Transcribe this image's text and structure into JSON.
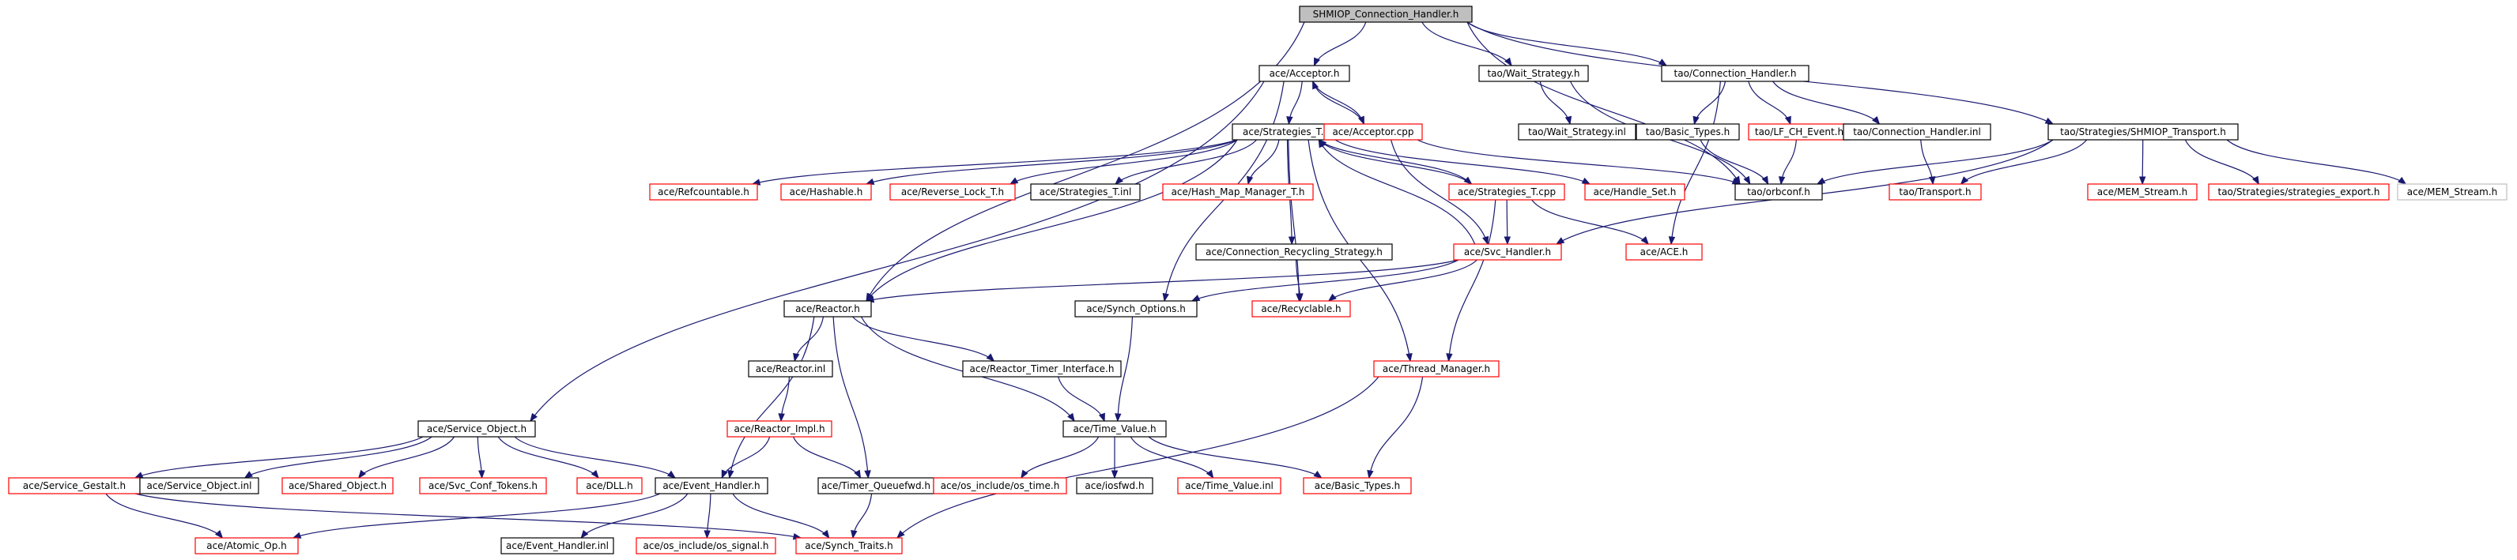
{
  "colors": {
    "edge": "#191970",
    "border_default": "#000000",
    "border_external": "#ff0000",
    "border_plain": "#bfbfbf",
    "root_fill": "#bfbfbf"
  },
  "nodes": [
    {
      "id": "root",
      "label": "SHMIOP_Connection_Handler.h",
      "style": "root"
    },
    {
      "id": "acceptor_h",
      "label": "ace/Acceptor.h",
      "style": "default"
    },
    {
      "id": "wait_strategy_h",
      "label": "tao/Wait_Strategy.h",
      "style": "default"
    },
    {
      "id": "connection_handler_h",
      "label": "tao/Connection_Handler.h",
      "style": "default"
    },
    {
      "id": "strategies_t_h",
      "label": "ace/Strategies_T.h",
      "style": "default"
    },
    {
      "id": "acceptor_cpp",
      "label": "ace/Acceptor.cpp",
      "style": "external"
    },
    {
      "id": "wait_strategy_inl",
      "label": "tao/Wait_Strategy.inl",
      "style": "default"
    },
    {
      "id": "basic_types_tao",
      "label": "tao/Basic_Types.h",
      "style": "default"
    },
    {
      "id": "lf_ch_event_h",
      "label": "tao/LF_CH_Event.h",
      "style": "external"
    },
    {
      "id": "connection_handler_inl",
      "label": "tao/Connection_Handler.inl",
      "style": "default"
    },
    {
      "id": "shmiop_transport_h",
      "label": "tao/Strategies/SHMIOP_Transport.h",
      "style": "default"
    },
    {
      "id": "refcountable_h",
      "label": "ace/Refcountable.h",
      "style": "external"
    },
    {
      "id": "hashable_h",
      "label": "ace/Hashable.h",
      "style": "external"
    },
    {
      "id": "reverse_lock_h",
      "label": "ace/Reverse_Lock_T.h",
      "style": "external"
    },
    {
      "id": "strategies_t_inl",
      "label": "ace/Strategies_T.inl",
      "style": "default"
    },
    {
      "id": "hash_map_manager_h",
      "label": "ace/Hash_Map_Manager_T.h",
      "style": "external"
    },
    {
      "id": "strategies_t_cpp",
      "label": "ace/Strategies_T.cpp",
      "style": "external"
    },
    {
      "id": "handle_set_h",
      "label": "ace/Handle_Set.h",
      "style": "external"
    },
    {
      "id": "orbconf_h",
      "label": "tao/orbconf.h",
      "style": "default"
    },
    {
      "id": "transport_h",
      "label": "tao/Transport.h",
      "style": "external"
    },
    {
      "id": "mem_stream_red",
      "label": "ace/MEM_Stream.h",
      "style": "external"
    },
    {
      "id": "strategies_export_h",
      "label": "tao/Strategies/strategies_export.h",
      "style": "external"
    },
    {
      "id": "mem_stream_plain",
      "label": "ace/MEM_Stream.h",
      "style": "plain"
    },
    {
      "id": "connection_recycling_h",
      "label": "ace/Connection_Recycling_Strategy.h",
      "style": "default"
    },
    {
      "id": "svc_handler_h",
      "label": "ace/Svc_Handler.h",
      "style": "external"
    },
    {
      "id": "ace_h",
      "label": "ace/ACE.h",
      "style": "external"
    },
    {
      "id": "reactor_h",
      "label": "ace/Reactor.h",
      "style": "default"
    },
    {
      "id": "synch_options_h",
      "label": "ace/Synch_Options.h",
      "style": "default"
    },
    {
      "id": "recyclable_h",
      "label": "ace/Recyclable.h",
      "style": "external"
    },
    {
      "id": "reactor_inl",
      "label": "ace/Reactor.inl",
      "style": "default"
    },
    {
      "id": "reactor_timer_interface_h",
      "label": "ace/Reactor_Timer_Interface.h",
      "style": "default"
    },
    {
      "id": "thread_manager_h",
      "label": "ace/Thread_Manager.h",
      "style": "external"
    },
    {
      "id": "reactor_impl_h",
      "label": "ace/Reactor_Impl.h",
      "style": "external"
    },
    {
      "id": "service_object_h",
      "label": "ace/Service_Object.h",
      "style": "default"
    },
    {
      "id": "time_value_h",
      "label": "ace/Time_Value.h",
      "style": "default"
    },
    {
      "id": "service_gestalt_h",
      "label": "ace/Service_Gestalt.h",
      "style": "external"
    },
    {
      "id": "service_object_inl",
      "label": "ace/Service_Object.inl",
      "style": "default"
    },
    {
      "id": "shared_object_h",
      "label": "ace/Shared_Object.h",
      "style": "external"
    },
    {
      "id": "svc_conf_tokens_h",
      "label": "ace/Svc_Conf_Tokens.h",
      "style": "external"
    },
    {
      "id": "dll_h",
      "label": "ace/DLL.h",
      "style": "external"
    },
    {
      "id": "event_handler_h",
      "label": "ace/Event_Handler.h",
      "style": "default"
    },
    {
      "id": "timer_queuefwd_h",
      "label": "ace/Timer_Queuefwd.h",
      "style": "default"
    },
    {
      "id": "os_time_h",
      "label": "ace/os_include/os_time.h",
      "style": "external"
    },
    {
      "id": "iosfwd_h",
      "label": "ace/iosfwd.h",
      "style": "default"
    },
    {
      "id": "time_value_inl",
      "label": "ace/Time_Value.inl",
      "style": "external"
    },
    {
      "id": "basic_types_ace",
      "label": "ace/Basic_Types.h",
      "style": "external"
    },
    {
      "id": "atomic_op_h",
      "label": "ace/Atomic_Op.h",
      "style": "external"
    },
    {
      "id": "event_handler_inl",
      "label": "ace/Event_Handler.inl",
      "style": "default"
    },
    {
      "id": "os_signal_h",
      "label": "ace/os_include/os_signal.h",
      "style": "external"
    },
    {
      "id": "synch_traits_h",
      "label": "ace/Synch_Traits.h",
      "style": "external"
    }
  ],
  "edges": [
    [
      "root",
      "acceptor_h"
    ],
    [
      "root",
      "wait_strategy_h"
    ],
    [
      "root",
      "connection_handler_h"
    ],
    [
      "root",
      "shmiop_transport_h"
    ],
    [
      "root",
      "reactor_h"
    ],
    [
      "root",
      "orbconf_h"
    ],
    [
      "acceptor_h",
      "strategies_t_h"
    ],
    [
      "acceptor_h",
      "acceptor_cpp"
    ],
    [
      "acceptor_h",
      "service_object_h"
    ],
    [
      "acceptor_h",
      "synch_options_h"
    ],
    [
      "acceptor_cpp",
      "acceptor_h"
    ],
    [
      "acceptor_cpp",
      "svc_handler_h"
    ],
    [
      "acceptor_cpp",
      "orbconf_h"
    ],
    [
      "wait_strategy_h",
      "wait_strategy_inl"
    ],
    [
      "wait_strategy_h",
      "orbconf_h"
    ],
    [
      "connection_handler_h",
      "basic_types_tao"
    ],
    [
      "connection_handler_h",
      "lf_ch_event_h"
    ],
    [
      "connection_handler_h",
      "connection_handler_inl"
    ],
    [
      "connection_handler_h",
      "ace_h"
    ],
    [
      "basic_types_tao",
      "orbconf_h"
    ],
    [
      "lf_ch_event_h",
      "orbconf_h"
    ],
    [
      "connection_handler_inl",
      "transport_h"
    ],
    [
      "shmiop_transport_h",
      "orbconf_h"
    ],
    [
      "shmiop_transport_h",
      "transport_h"
    ],
    [
      "shmiop_transport_h",
      "mem_stream_red"
    ],
    [
      "shmiop_transport_h",
      "strategies_export_h"
    ],
    [
      "shmiop_transport_h",
      "mem_stream_plain"
    ],
    [
      "shmiop_transport_h",
      "svc_handler_h"
    ],
    [
      "strategies_t_h",
      "refcountable_h"
    ],
    [
      "strategies_t_h",
      "hashable_h"
    ],
    [
      "strategies_t_h",
      "reverse_lock_h"
    ],
    [
      "strategies_t_h",
      "strategies_t_inl"
    ],
    [
      "strategies_t_h",
      "hash_map_manager_h"
    ],
    [
      "strategies_t_h",
      "strategies_t_cpp"
    ],
    [
      "strategies_t_h",
      "handle_set_h"
    ],
    [
      "strategies_t_h",
      "connection_recycling_h"
    ],
    [
      "strategies_t_h",
      "reactor_h"
    ],
    [
      "strategies_t_h",
      "recyclable_h"
    ],
    [
      "strategies_t_h",
      "thread_manager_h"
    ],
    [
      "strategies_t_cpp",
      "strategies_t_h"
    ],
    [
      "strategies_t_cpp",
      "ace_h"
    ],
    [
      "strategies_t_cpp",
      "svc_handler_h"
    ],
    [
      "strategies_t_cpp",
      "thread_manager_h"
    ],
    [
      "connection_recycling_h",
      "recyclable_h"
    ],
    [
      "svc_handler_h",
      "strategies_t_h"
    ],
    [
      "svc_handler_h",
      "reactor_h"
    ],
    [
      "svc_handler_h",
      "synch_options_h"
    ],
    [
      "svc_handler_h",
      "recyclable_h"
    ],
    [
      "reactor_h",
      "reactor_inl"
    ],
    [
      "reactor_h",
      "reactor_timer_interface_h"
    ],
    [
      "reactor_h",
      "event_handler_h"
    ],
    [
      "reactor_h",
      "timer_queuefwd_h"
    ],
    [
      "reactor_h",
      "time_value_h"
    ],
    [
      "reactor_inl",
      "reactor_impl_h"
    ],
    [
      "reactor_impl_h",
      "event_handler_h"
    ],
    [
      "reactor_impl_h",
      "timer_queuefwd_h"
    ],
    [
      "reactor_timer_interface_h",
      "time_value_h"
    ],
    [
      "synch_options_h",
      "time_value_h"
    ],
    [
      "thread_manager_h",
      "basic_types_ace"
    ],
    [
      "thread_manager_h",
      "synch_traits_h"
    ],
    [
      "service_object_h",
      "service_gestalt_h"
    ],
    [
      "service_object_h",
      "service_object_inl"
    ],
    [
      "service_object_h",
      "shared_object_h"
    ],
    [
      "service_object_h",
      "svc_conf_tokens_h"
    ],
    [
      "service_object_h",
      "dll_h"
    ],
    [
      "service_object_h",
      "event_handler_h"
    ],
    [
      "service_gestalt_h",
      "atomic_op_h"
    ],
    [
      "service_gestalt_h",
      "synch_traits_h"
    ],
    [
      "time_value_h",
      "os_time_h"
    ],
    [
      "time_value_h",
      "iosfwd_h"
    ],
    [
      "time_value_h",
      "time_value_inl"
    ],
    [
      "time_value_h",
      "basic_types_ace"
    ],
    [
      "event_handler_h",
      "atomic_op_h"
    ],
    [
      "event_handler_h",
      "event_handler_inl"
    ],
    [
      "event_handler_h",
      "os_signal_h"
    ],
    [
      "event_handler_h",
      "synch_traits_h"
    ],
    [
      "timer_queuefwd_h",
      "synch_traits_h"
    ]
  ]
}
